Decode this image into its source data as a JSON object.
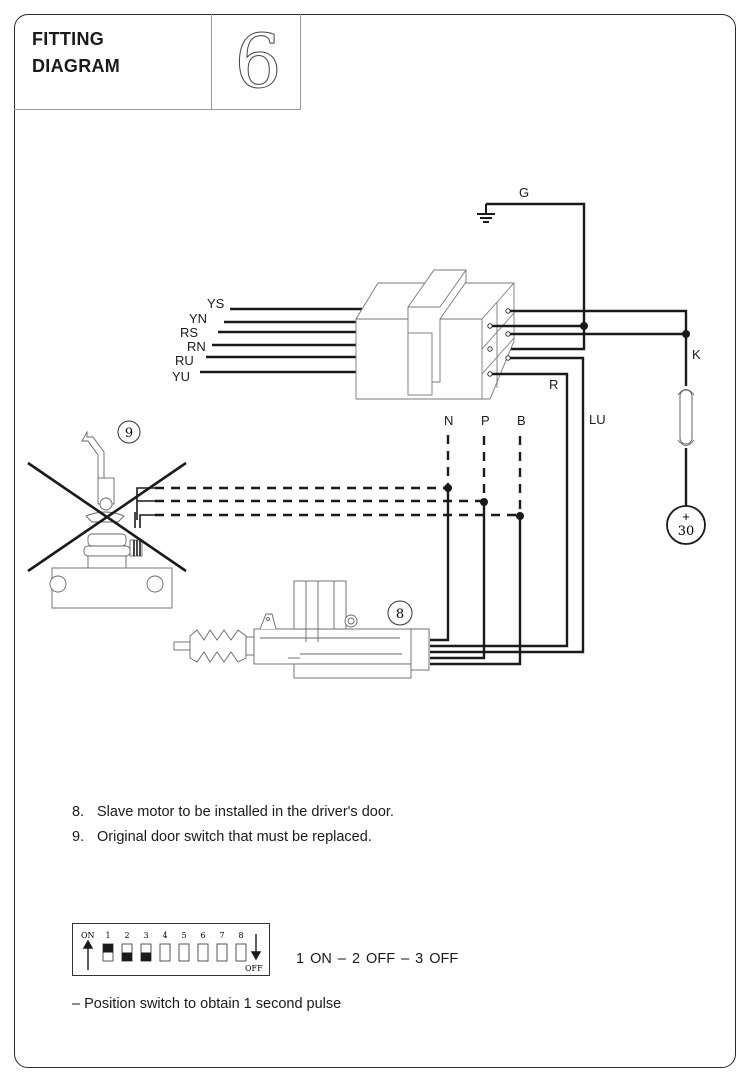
{
  "header": {
    "title_line1": "FITTING",
    "title_line2": "DIAGRAM",
    "page_number": "6"
  },
  "diagram": {
    "input_wires": [
      "YS",
      "YN",
      "RS",
      "RN",
      "RU",
      "YU"
    ],
    "ground_label": "G",
    "power_wire_label": "K",
    "power_terminal_sign": "+",
    "power_terminal_number": "30",
    "motor_wire_labels": [
      "N",
      "P",
      "B"
    ],
    "other_wire_labels": [
      "R",
      "LU"
    ],
    "callouts": {
      "door_switch": "9",
      "slave_motor": "8"
    },
    "icons": [
      "ground-symbol-icon",
      "fuse-icon",
      "connector-block-icon",
      "door-switch-icon",
      "slave-motor-icon",
      "cross-out-icon"
    ]
  },
  "notes": [
    {
      "number": "8.",
      "text": "Slave motor to be installed in the driver's door."
    },
    {
      "number": "9.",
      "text": "Original door switch that must be replaced."
    }
  ],
  "dip_switch": {
    "on_label": "ON",
    "off_label": "OFF",
    "switches": [
      {
        "number": "1",
        "state": "ON"
      },
      {
        "number": "2",
        "state": "OFF"
      },
      {
        "number": "3",
        "state": "OFF"
      },
      {
        "number": "4",
        "state": "neutral"
      },
      {
        "number": "5",
        "state": "neutral"
      },
      {
        "number": "6",
        "state": "neutral"
      },
      {
        "number": "7",
        "state": "neutral"
      },
      {
        "number": "8",
        "state": "neutral"
      }
    ],
    "setting_text": "1 ON  –  2 OFF  –  3 OFF"
  },
  "pulse_note": "–  Position switch to obtain 1 second pulse"
}
